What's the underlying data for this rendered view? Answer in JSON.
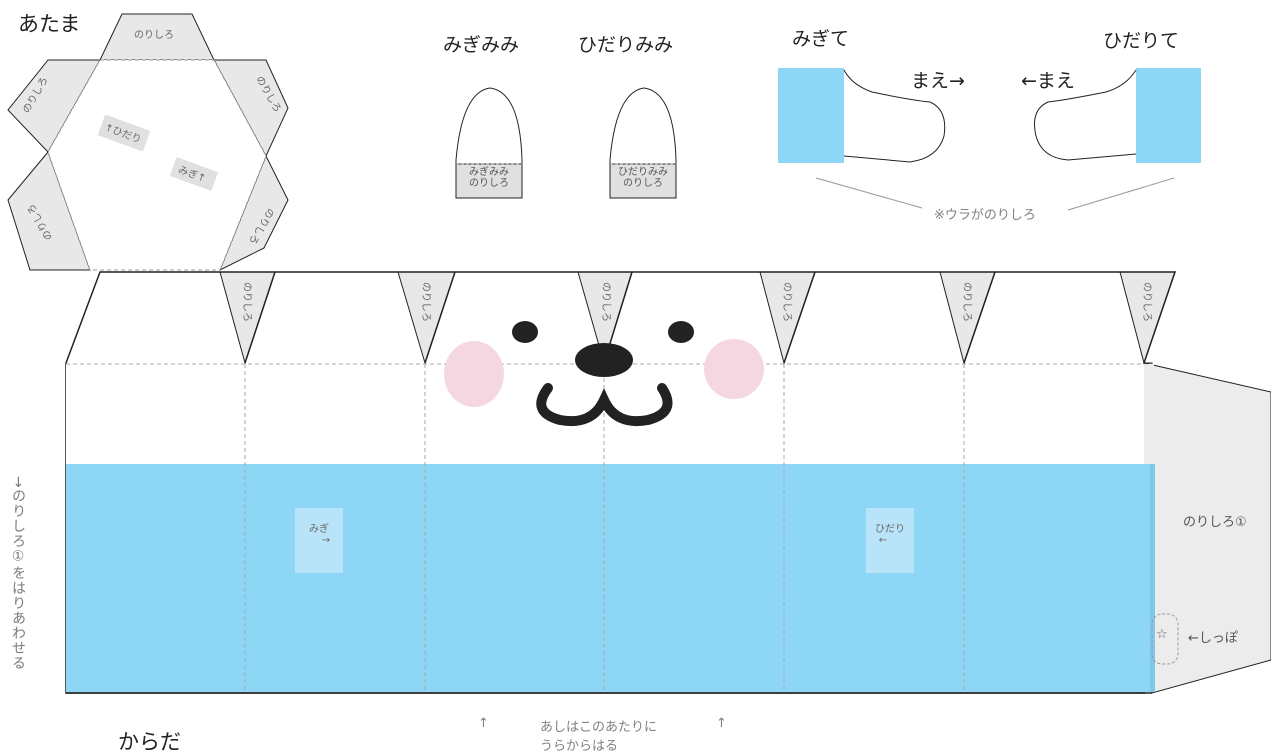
{
  "labels": {
    "head": "あたま",
    "right_ear": "みぎみみ",
    "left_ear": "ひだりみみ",
    "right_hand": "みぎて",
    "left_hand": "ひだりて",
    "front_right": "まえ→",
    "front_left": "←まえ",
    "glue_back_note": "※ウラがのりしろ",
    "body": "からだ",
    "foot_note_line1": "あしはこのあたりに",
    "foot_note_line2": "うらからはる",
    "arrow_up": "↑",
    "side_note": "→のりしろ①をはりあわせる",
    "glue1": "のりしろ①",
    "tail": "←しっぽ",
    "star": "☆"
  },
  "head_tabs": {
    "glue": "のりしろ",
    "left_dir": "↑ひだり",
    "right_dir": "みぎ↑"
  },
  "ear_tabs": {
    "right_line1": "みぎみみ",
    "right_line2": "のりしろ",
    "left_line1": "ひだりみみ",
    "left_line2": "のりしろ"
  },
  "body_tabs": [
    "のりしろ",
    "のりしろ",
    "のりしろ",
    "のりしろ",
    "のりしろ",
    "のりしろ"
  ],
  "stickers": {
    "right": "みぎ",
    "right_arrow": "→",
    "left": "ひだり",
    "left_arrow": "←"
  },
  "colors": {
    "blue": "#8ed6f5",
    "sticker": "#b8e3f8",
    "glue_gray": "#e8e8e8",
    "cheek": "#f5d7e1",
    "face": "#222222"
  }
}
